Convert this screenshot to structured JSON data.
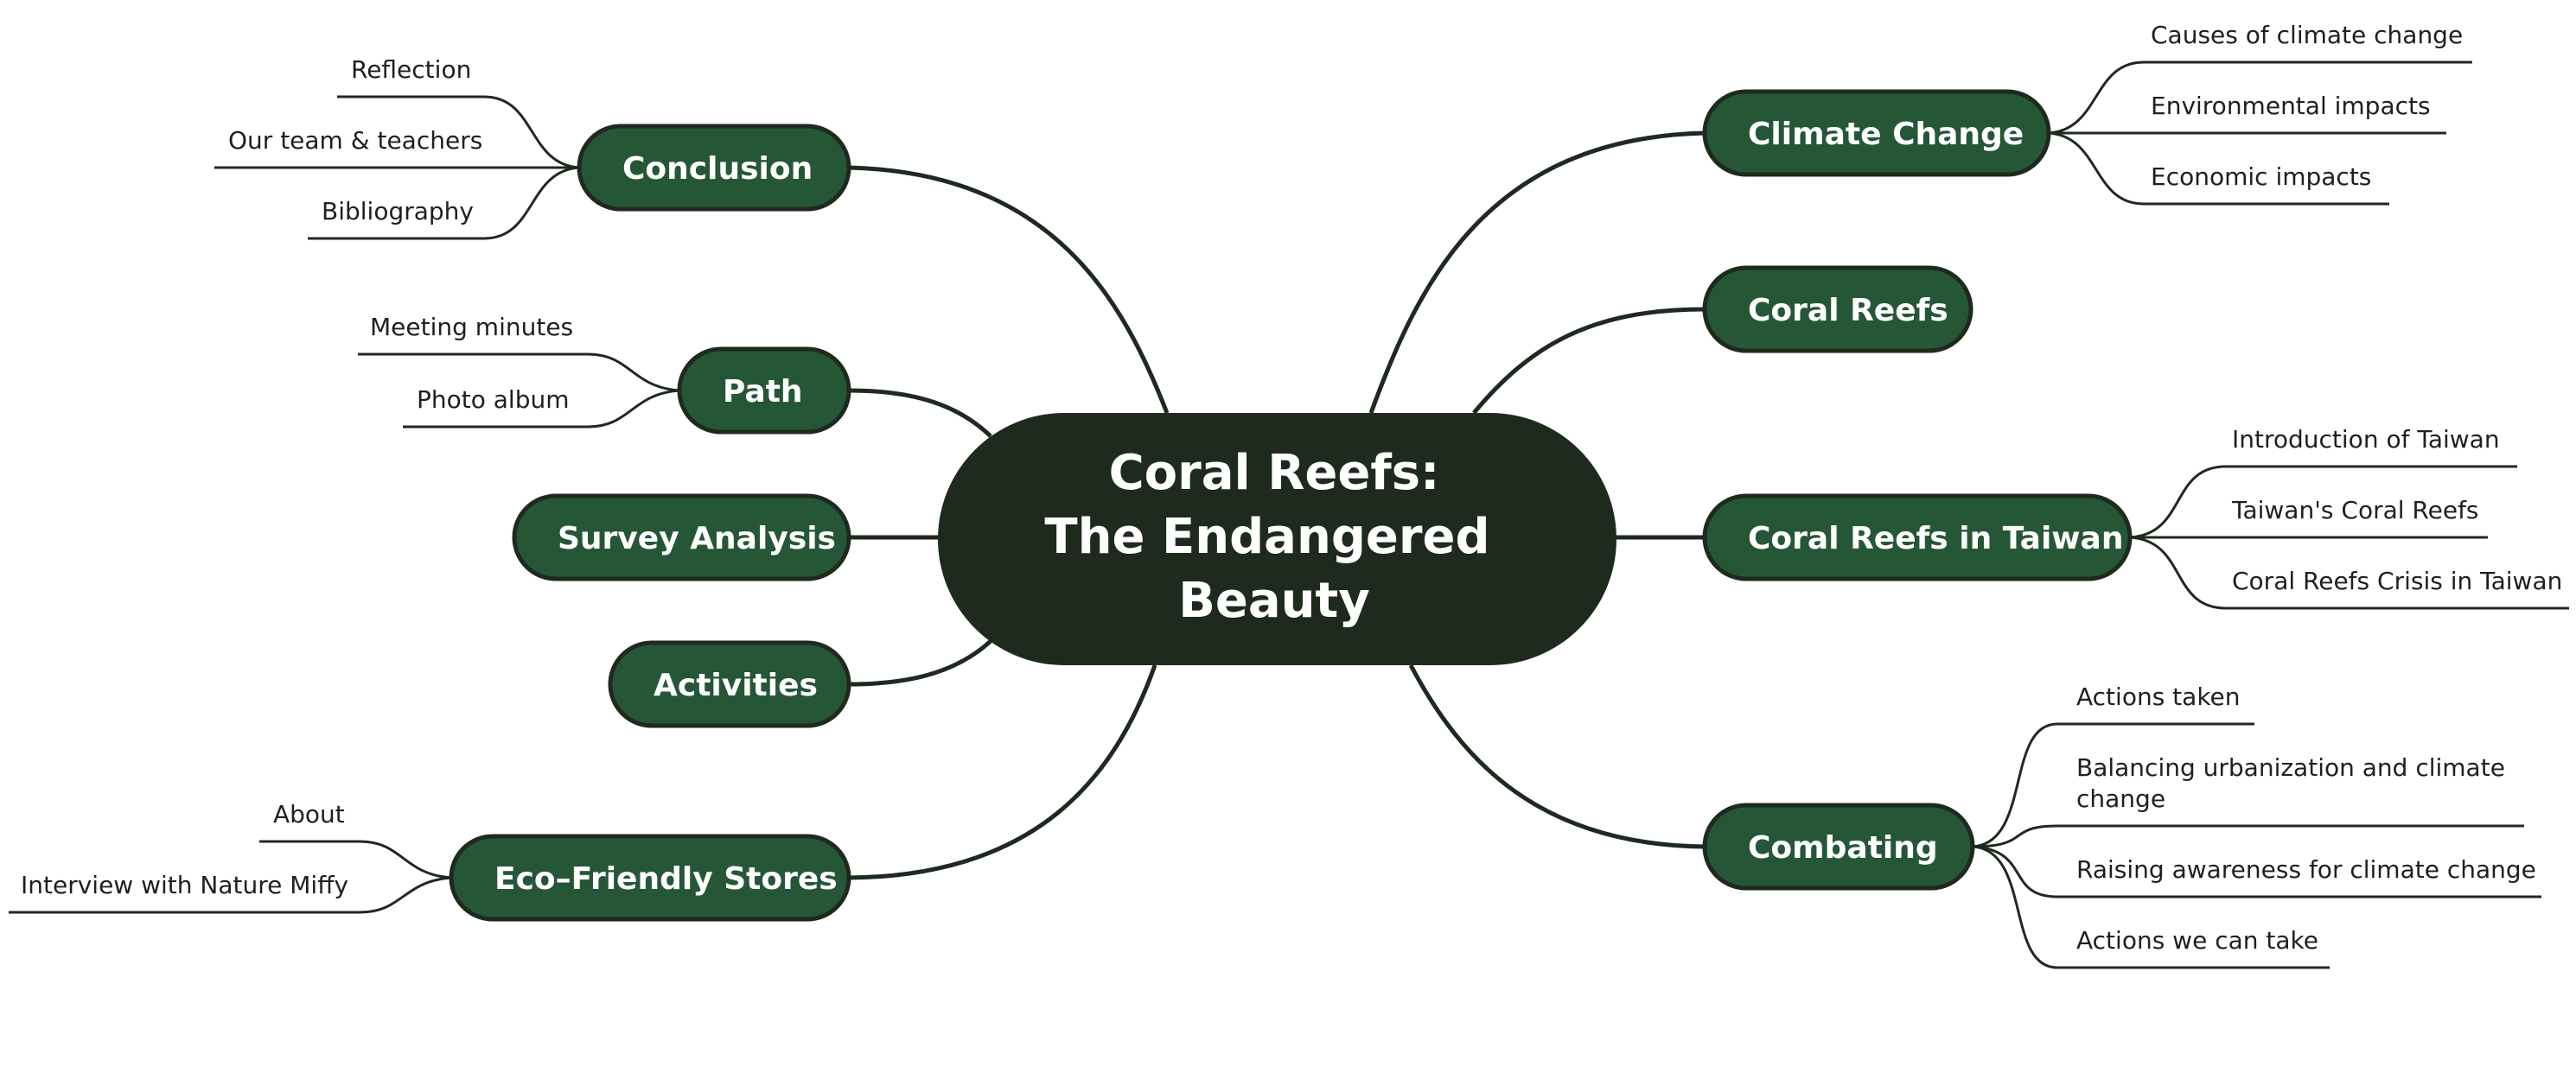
{
  "center": {
    "lines": [
      "Coral Reefs:",
      "The Endangered",
      "Beauty"
    ]
  },
  "branches": [
    {
      "id": "climate-change",
      "label": "Climate Change",
      "side": "right",
      "leaves": [
        "Causes of climate change",
        "Environmental impacts",
        "Economic impacts"
      ]
    },
    {
      "id": "coral-reefs",
      "label": "Coral Reefs",
      "side": "right",
      "leaves": []
    },
    {
      "id": "coral-reefs-in-taiwan",
      "label": "Coral Reefs in Taiwan",
      "side": "right",
      "leaves": [
        "Introduction of Taiwan",
        "Taiwan's Coral Reefs",
        "Coral Reefs Crisis in Taiwan"
      ]
    },
    {
      "id": "combating",
      "label": "Combating",
      "side": "right",
      "leaves": [
        "Actions taken",
        "Balancing urbanization and climate change",
        "Raising awareness for climate change",
        "Actions we can take"
      ]
    },
    {
      "id": "conclusion",
      "label": "Conclusion",
      "side": "left",
      "leaves": [
        "Reflection",
        "Our team & teachers",
        "Bibliography"
      ]
    },
    {
      "id": "path",
      "label": "Path",
      "side": "left",
      "leaves": [
        "Meeting minutes",
        "Photo album"
      ]
    },
    {
      "id": "survey-analysis",
      "label": "Survey Analysis",
      "side": "left",
      "leaves": []
    },
    {
      "id": "activities",
      "label": "Activities",
      "side": "left",
      "leaves": []
    },
    {
      "id": "eco-friendly-stores",
      "label": "Eco–Friendly Stores",
      "side": "left",
      "leaves": [
        "About",
        "Interview with Nature Miffy"
      ]
    }
  ],
  "colors": {
    "center_fill": "#1f2a1f",
    "branch_fill": "#255736",
    "line": "#1f2a1f",
    "text_dark": "#1f1f1f",
    "text_light": "#ffffff"
  }
}
